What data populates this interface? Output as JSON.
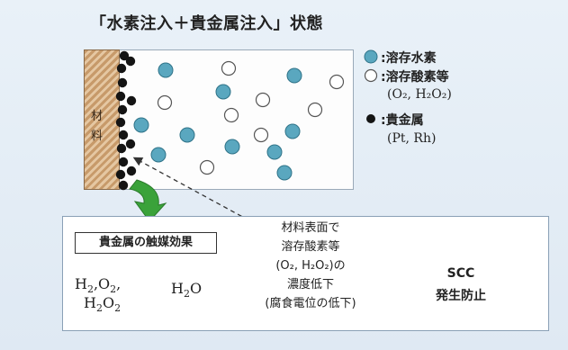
{
  "title": "「水素注入＋貴金属注入」状態",
  "material_label": [
    "材",
    "料"
  ],
  "legend": {
    "dissolved_hydrogen": ":溶存水素",
    "dissolved_oxygen": ":溶存酸素等",
    "dissolved_oxygen_examples": "(O₂, H₂O₂)",
    "noble_metal": ":貴金属",
    "noble_metal_examples": "(Pt, Rh)"
  },
  "colors": {
    "hydrogen": "#5aa7bf",
    "oxygen": "#ffffff",
    "noble_metal": "#141414",
    "material": "#c79a6a",
    "green_arrow": "#3aa23a",
    "red_arrow": "#d21e1e"
  },
  "catalyst_box": "貴金属の触媒効果",
  "reaction": {
    "reactants_line1": [
      "H",
      "2",
      ",O",
      "2",
      ","
    ],
    "reactants_line2": [
      "H",
      "2",
      "O",
      "2"
    ],
    "product": [
      "H",
      "2",
      "O"
    ]
  },
  "center_text": [
    "材料表面で",
    "溶存酸素等",
    "(O₂, H₂O₂)の",
    "濃度低下",
    "(腐食電位の低下)"
  ],
  "scc": {
    "line1": "SCC",
    "line2": "発生防止"
  }
}
